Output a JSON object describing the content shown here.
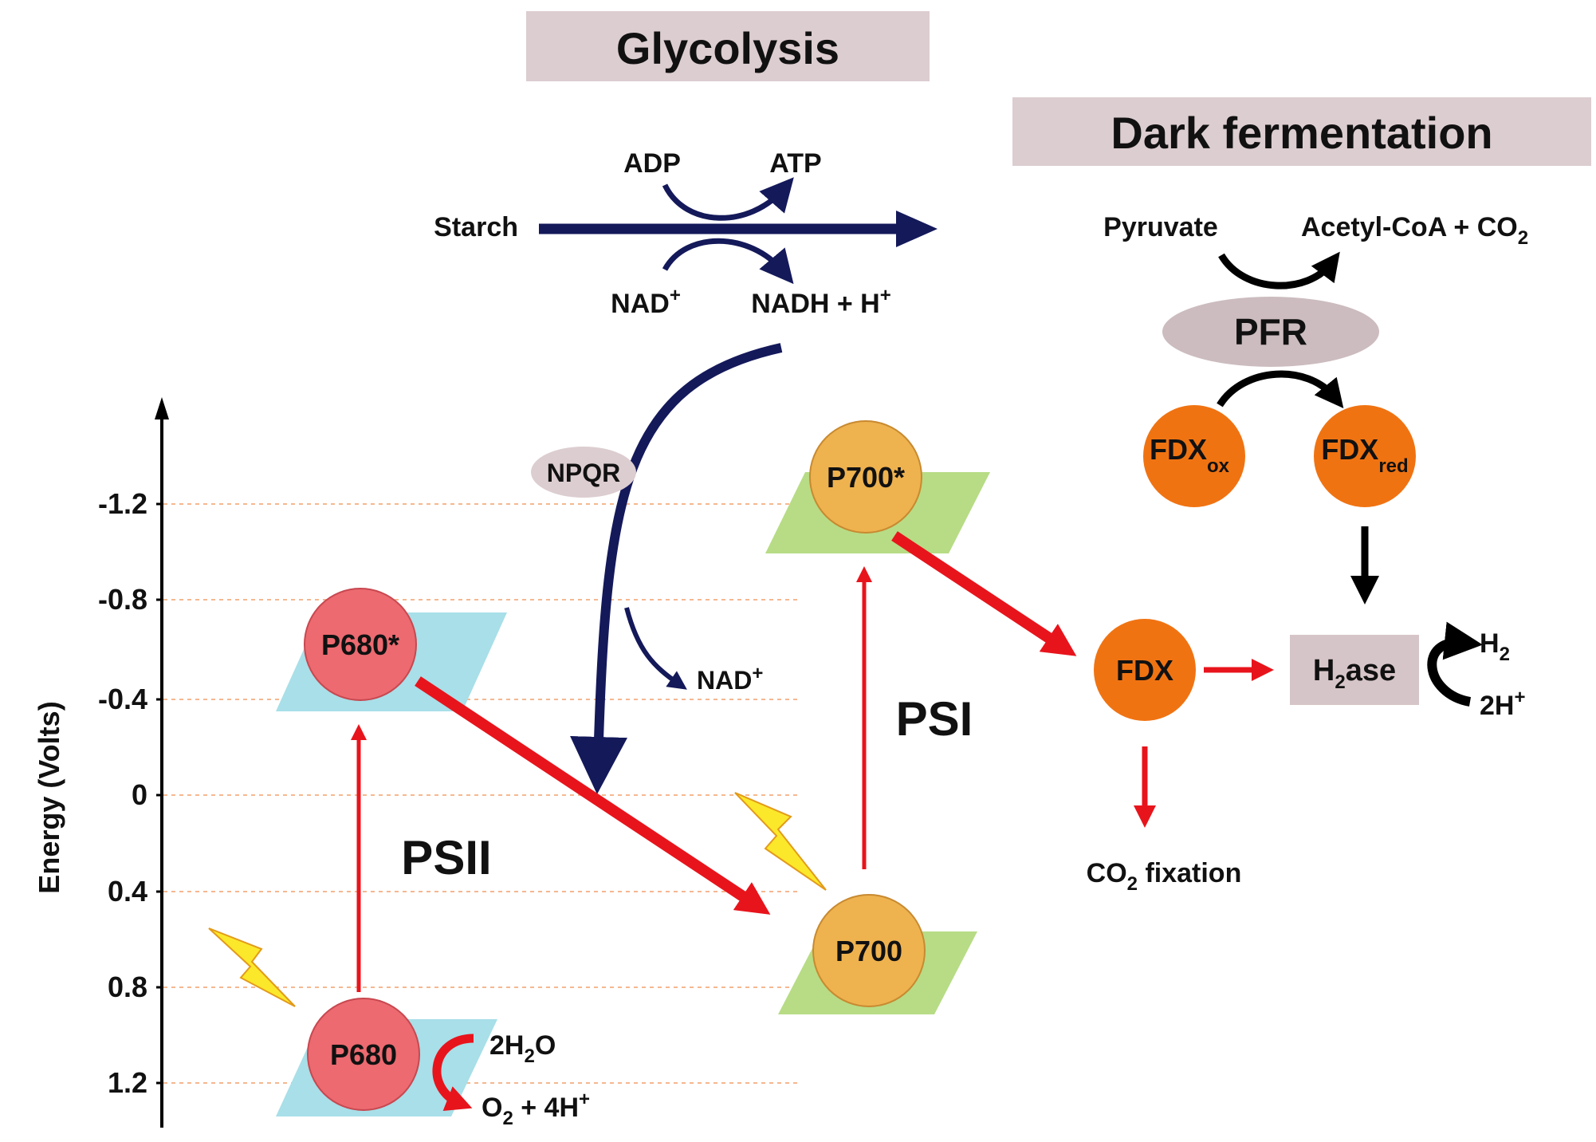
{
  "colors": {
    "navy": "#14195a",
    "red": "#e8141c",
    "psii_plate": "#a8dfe8",
    "psi_plate": "#b7dc85",
    "p680": "#ec6a70",
    "p700": "#eeb24f",
    "fdx": "#f07312",
    "mauve": "#dccdd0",
    "bolt": "#fbe82a",
    "grid": "#f5b890"
  },
  "titles": {
    "glycolysis": "Glycolysis",
    "dark_fermentation": "Dark fermentation"
  },
  "axis": {
    "label": "Energy (Volts)",
    "ticks": [
      "-1.2",
      "-0.8",
      "-0.4",
      "0",
      "0.4",
      "0.8",
      "1.2"
    ]
  },
  "glycolysis": {
    "starch": "Starch",
    "adp": "ADP",
    "atp": "ATP",
    "nad_plus": {
      "base": "NAD",
      "sup": "+"
    },
    "nadh": {
      "base": "NADH + H",
      "sup": "+"
    }
  },
  "npqr": {
    "label": "NPQR",
    "nad_plus": {
      "base": "NAD",
      "sup": "+"
    }
  },
  "photosystems": {
    "psii_label": "PSII",
    "psi_label": "PSI",
    "p680": "P680",
    "p680_star": "P680*",
    "p700": "P700",
    "p700_star": "P700*"
  },
  "water_split": {
    "water": {
      "a": "2H",
      "sub": "2",
      "b": "O"
    },
    "oxygen": {
      "a": "O",
      "sub": "2",
      "b": " + 4H",
      "sup": "+"
    }
  },
  "dark_fermentation": {
    "pyruvate": "Pyruvate",
    "acetyl": {
      "a": "Acetyl-CoA + CO",
      "sub": "2"
    },
    "pfr": "PFR",
    "fdx_ox": {
      "base": "FDX",
      "sub": "ox"
    },
    "fdx_red": {
      "base": "FDX",
      "sub": "red"
    }
  },
  "fdx": "FDX",
  "hydrogenase": {
    "a": "H",
    "sub": "2",
    "b": "ase"
  },
  "h2": {
    "a": "H",
    "sub": "2"
  },
  "protons": {
    "a": "2H",
    "sup": "+"
  },
  "co2_fixation": {
    "a": "CO",
    "sub": "2",
    "b": " fixation"
  }
}
